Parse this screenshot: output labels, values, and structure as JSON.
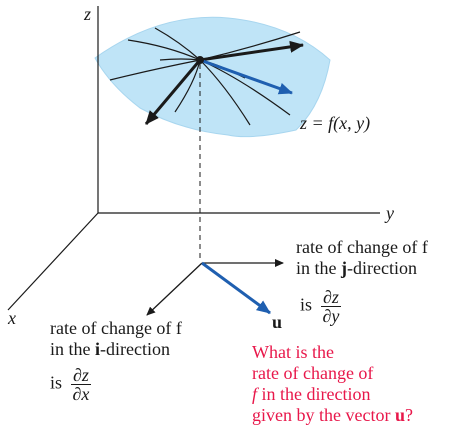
{
  "axes": {
    "z": "z",
    "y": "y",
    "x": "x"
  },
  "surface_label": "z = f(x, y)",
  "j_label": {
    "line1": "rate of change of f",
    "line2_pre": "in the ",
    "line2_bold": "j",
    "line2_post": "-direction",
    "is": "is",
    "num": "∂z",
    "den": "∂y"
  },
  "i_label": {
    "line1": "rate of change of f",
    "line2_pre": "in the ",
    "line2_bold": "i",
    "line2_post": "-direction",
    "is": "is",
    "num": "∂z",
    "den": "∂x"
  },
  "u_label": "u",
  "question": {
    "line1": "What is the",
    "line2": "rate of change of",
    "line3_it": "f",
    "line3_rest": " in the direction",
    "line4": "given by the vector ",
    "line4_bold": "u",
    "line4_end": "?"
  },
  "colors": {
    "surface": "#bfe4f7",
    "blue_vector": "#1f5fb0",
    "red_text": "#e8174a",
    "ink": "#1a1a1a"
  }
}
